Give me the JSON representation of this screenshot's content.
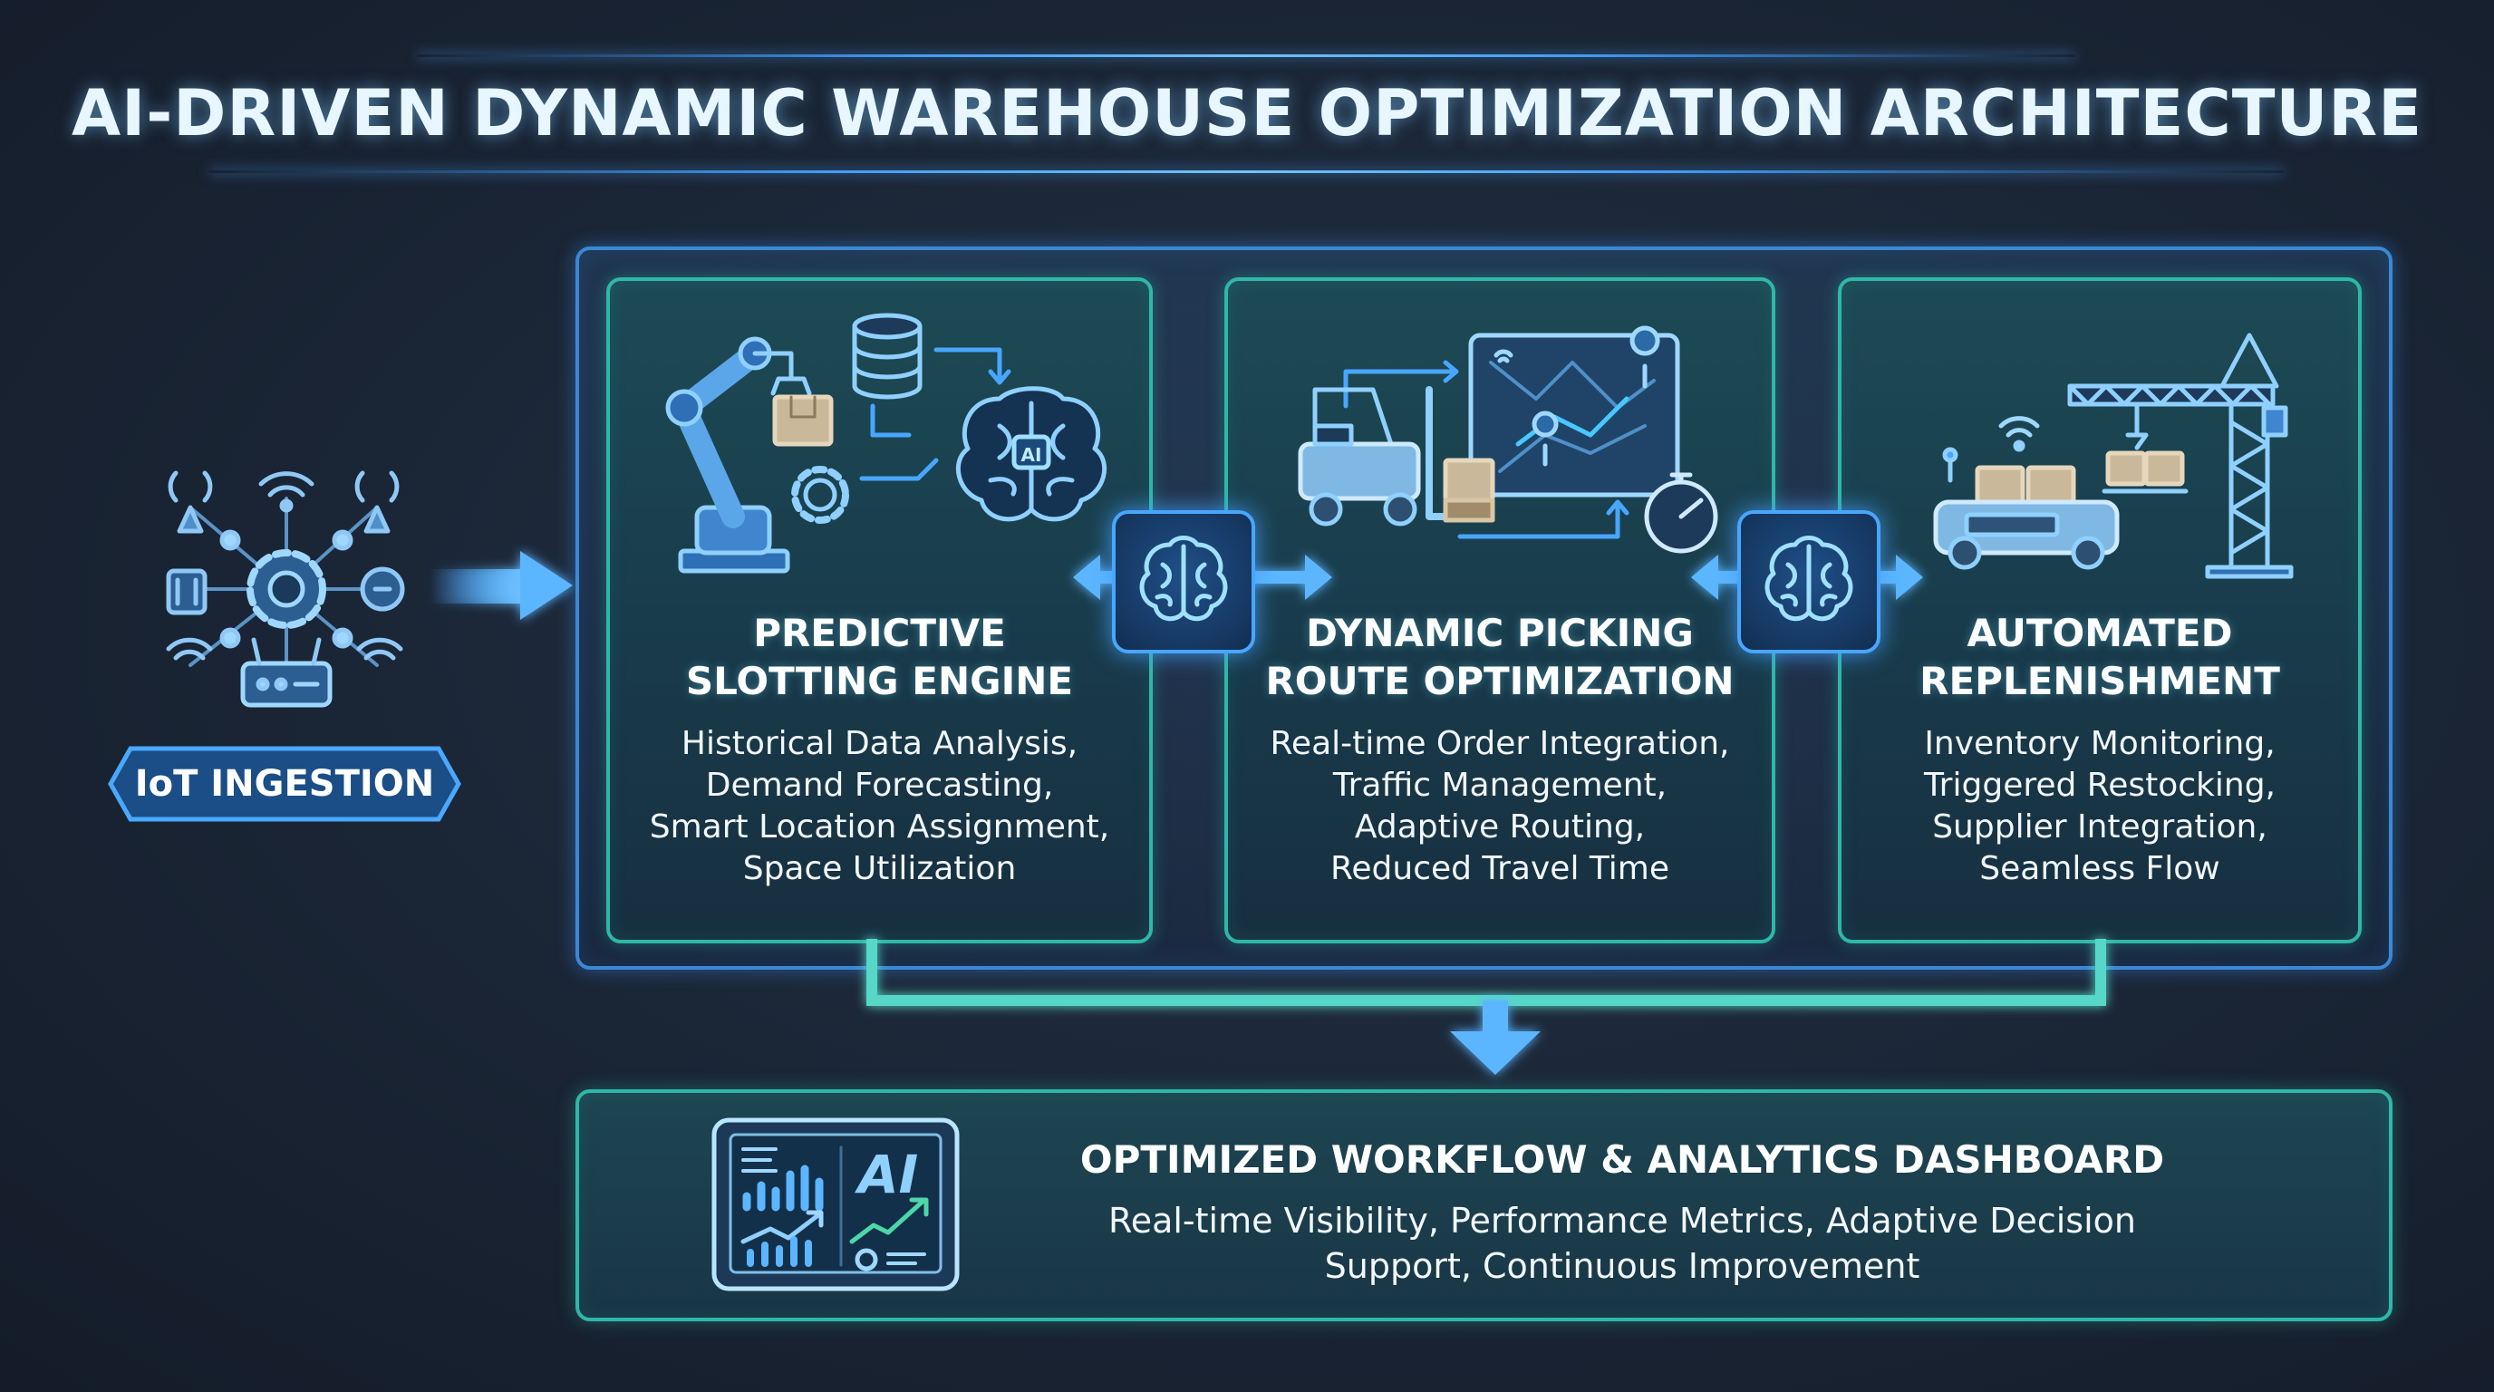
{
  "title": "AI-DRIVEN DYNAMIC WAREHOUSE OPTIMIZATION ARCHITECTURE",
  "iot": {
    "label": "IoT INGESTION",
    "icon": "iot-network-icon"
  },
  "modules": [
    {
      "title_lines": [
        "PREDICTIVE",
        "SLOTTING ENGINE"
      ],
      "desc_lines": [
        "Historical Data Analysis,",
        "Demand Forecasting,",
        "Smart Location Assignment,",
        "Space Utilization"
      ],
      "icon": "robot-arm-ai-icon",
      "badge_text": "AI"
    },
    {
      "title_lines": [
        "DYNAMIC PICKING",
        "ROUTE OPTIMIZATION"
      ],
      "desc_lines": [
        "Real-time Order Integration,",
        "Traffic Management,",
        "Adaptive Routing,",
        "Reduced Travel Time"
      ],
      "icon": "forklift-map-icon"
    },
    {
      "title_lines": [
        "AUTOMATED",
        "REPLENISHMENT"
      ],
      "desc_lines": [
        "Inventory Monitoring,",
        "Triggered Restocking,",
        "Supplier Integration,",
        "Seamless Flow"
      ],
      "icon": "crane-agv-icon"
    }
  ],
  "connectors": {
    "icon": "brain-icon"
  },
  "dashboard": {
    "title": "OPTIMIZED WORKFLOW & ANALYTICS DASHBOARD",
    "desc_lines": [
      "Real-time Visibility, Performance Metrics, Adaptive Decision",
      "Support, Continuous Improvement"
    ],
    "icon": "analytics-tablet-icon",
    "logo_text": "AI"
  },
  "colors": {
    "accent_blue": "#48a6ff",
    "accent_teal": "#2fb7a8",
    "background": "#1a2535"
  }
}
